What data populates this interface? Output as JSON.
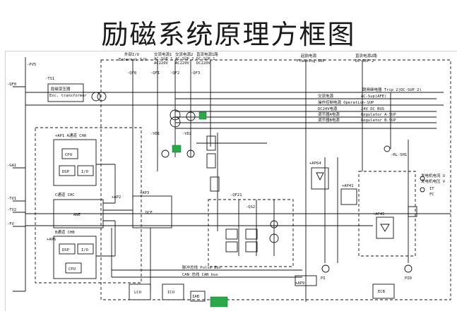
{
  "title": "励磁系统原理方框图",
  "colors": {
    "line": "#111111",
    "accent_green": "#2aa84a"
  },
  "top_headers": {
    "ext_io": "外部I/O",
    "ext_io_en": "External I/O",
    "ac_power_1": "交流电源1",
    "ac_power_1_sub": "AC-SUP 1",
    "ac_power_1_v": "AC220V",
    "ac_power_2": "交流电源2",
    "ac_power_2_sub": "AC-SUP 2",
    "ac_power_2_v": "AC220V",
    "dc_power_1": "直流电源1路",
    "dc_power_1_sub": "DC-SUP 1",
    "dc_power_1_v": "DC220V",
    "flash_power": "起励电源",
    "flash_power_en": "Flashing-SUP",
    "dc_power_2": "直流电源2路",
    "dc_power_2_sub": "DC-SUP 2"
  },
  "bus_labels": {
    "trip": "跳闸继电器 Trip 2(DC-SUP 2)",
    "ac_sup": "交流电源",
    "ac_sup_en": "AC-Sup(AFE)",
    "op_sup": "操作控制电源 Operation-SUP",
    "dc24": "DC24V电源",
    "dc24_en": "24V DC BUS",
    "reg_a": "调节器A电源",
    "reg_a_en": "Regulator A-SUP",
    "reg_b": "调节器B电源",
    "reg_b_en": "Regulator B-SUP"
  },
  "blocks": {
    "exc_transformer": "励磁变压器",
    "exc_transformer_en": "Exc. transformer",
    "ch_a": "+AP1 A通道 CHA",
    "cpu_a": "CPU",
    "dsp_a": "DSP",
    "io_a": "I/O",
    "ch_c": "C通道 CHC",
    "ane": "ANE",
    "ch_b": "B通道 CHB",
    "dsp_b": "DSP",
    "io_b": "I/O",
    "cpu_b": "CPU",
    "dce": "DCE",
    "lcu": "LCU",
    "icu": "ICU",
    "iab": "IAB",
    "ecb": "ECB",
    "pulse_bus": "脉冲总线 Pulse Bus",
    "can_bus": "CAN 总线 CAN bus"
  },
  "tags": {
    "pv5": "-PV5",
    "ts1": "-TS1",
    "qf0": "-QF0",
    "ga1": "-GA1",
    "tv1": "-TV1",
    "tv2": "-TV2",
    "fv": "-FV",
    "ap2": "+AP2",
    "ap3": "+AP3",
    "ap6": "+AP6",
    "ap64": "+AP64",
    "ap41": "+AP41",
    "ap45": "+AP45",
    "ap9": "+AP9",
    "vd1": "-VD1",
    "vd2": "-VD2",
    "qf8": "-QF8",
    "qf1": "-QF1",
    "qf2": "-QF2",
    "qf3": "-QF3",
    "qf21": "-QF21",
    "qs2": "-QS2",
    "rl": "-RL",
    "sh1": "-SH1",
    "pi": "PI",
    "pid": "PID"
  },
  "right_labels": {
    "r1": "发电机电流 U",
    "r2": "发电机电压 V",
    "r3": "IT",
    "r4": "FC"
  },
  "green_marks": [
    "green-contactor-upper",
    "green-contactor-mid",
    "green-relay-bottom"
  ]
}
